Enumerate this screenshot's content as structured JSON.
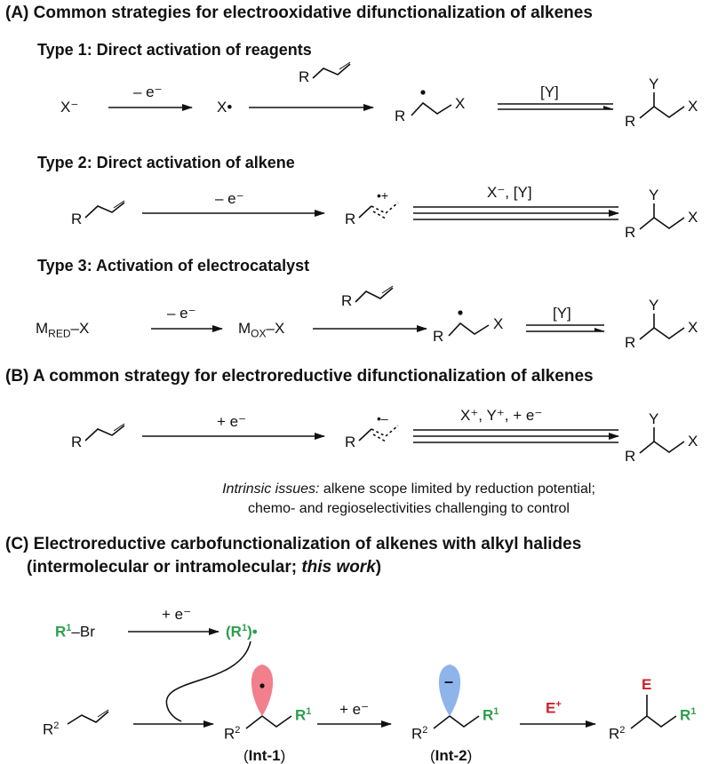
{
  "sectionA": {
    "title": "(A) Common strategies for electrooxidative difunctionalization of alkenes",
    "type1": {
      "title": "Type 1: Direct activation of reagents",
      "start": "X⁻",
      "arrow1": "– e⁻",
      "radical": "X•",
      "alkene_r": "R",
      "prod_r": "R",
      "prod_x": "X",
      "arrow3": "[Y]",
      "final_y": "Y",
      "final_r": "R",
      "final_x": "X"
    },
    "type2": {
      "title": "Type 2: Direct activation of alkene",
      "start_r": "R",
      "arrow1": "– e⁻",
      "cation_r": "R",
      "cation_charge": "•+",
      "arrow2": "X⁻, [Y]",
      "final_y": "Y",
      "final_r": "R",
      "final_x": "X"
    },
    "type3": {
      "title": "Type 3: Activation of electrocatalyst",
      "m_red": "M",
      "m_red_sub": "RED",
      "m_red_x": "–X",
      "arrow1": "– e⁻",
      "m_ox": "M",
      "m_ox_sub": "OX",
      "m_ox_x": "–X",
      "alkene_r": "R",
      "prod_r": "R",
      "prod_x": "X",
      "arrow3": "[Y]",
      "final_y": "Y",
      "final_r": "R",
      "final_x": "X"
    }
  },
  "sectionB": {
    "title": "(B) A common strategy for electroreductive difunctionalization of alkenes",
    "start_r": "R",
    "arrow1": "+ e⁻",
    "anion_r": "R",
    "anion_charge": "•–",
    "arrow2": "X⁺, Y⁺, + e⁻",
    "final_y": "Y",
    "final_r": "R",
    "final_x": "X",
    "issues_italic": "Intrinsic issues:",
    "issues_line1": "alkene scope limited by reduction potential;",
    "issues_line2": "chemo- and regioselectivities challenging to control"
  },
  "sectionC": {
    "title_line1": "(C) Electroreductive carbofunctionalization of alkenes with alkyl halides",
    "title_line2_pre": "(intermolecular or intramolecular; ",
    "title_line2_em": "this work",
    "title_line2_post": ")",
    "halide_r": "R",
    "halide_sup": "1",
    "halide_br": "–Br",
    "arrow_top": "+ e⁻",
    "radical_open": "(R",
    "radical_sup": "1",
    "radical_close": ")•",
    "alkene_r": "R",
    "alkene_sup": "2",
    "int1_r": "R",
    "int1_r_sup": "2",
    "int1_r1": "R",
    "int1_r1_sup": "1",
    "int1_label_open": "(",
    "int1_label": "Int-1",
    "int1_label_close": ")",
    "arrow_mid": "+ e⁻",
    "int2_r": "R",
    "int2_r_sup": "2",
    "int2_r1": "R",
    "int2_r1_sup": "1",
    "int2_charge": "–",
    "int2_label_open": "(",
    "int2_label": "Int-2",
    "int2_label_close": ")",
    "arrow_last": "E",
    "arrow_last_sup": "+",
    "final_e": "E",
    "final_r": "R",
    "final_r_sup": "2",
    "final_r1": "R",
    "final_r1_sup": "1",
    "colors": {
      "green": "#2e9e4f",
      "red": "#cc2027",
      "lobe_red": "#f27f8c",
      "lobe_blue": "#8db5ea"
    }
  }
}
